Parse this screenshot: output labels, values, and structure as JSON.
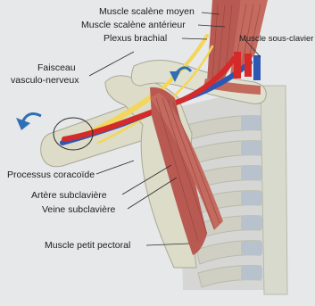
{
  "labels": {
    "scalene_moyen": "Muscle scalène moyen",
    "scalene_anterieur": "Muscle scalène antérieur",
    "plexus_brachial": "Plexus brachial",
    "sous_clavier": "Muscle sous-clavier",
    "faisceau_line1": "Faisceau",
    "faisceau_line2": "vasculo-nerveux",
    "processus_coracoide": "Processus coracoïde",
    "artere_subclaviere": "Artère subclavière",
    "veine_subclaviere": "Veine subclavière",
    "petit_pectoral": "Muscle petit pectoral"
  },
  "colors": {
    "background": "#e7e8ea",
    "bone": "#dcdcc9",
    "muscle": "#b85a52",
    "artery": "#d42a2a",
    "vein": "#2c58b4",
    "nerve": "#f3d65a",
    "arrow": "#2f6fb4",
    "leader": "#2b2b2b"
  }
}
